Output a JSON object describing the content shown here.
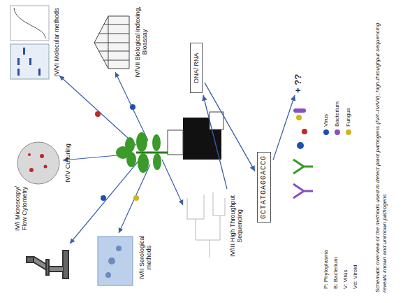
{
  "diagram": {
    "caption": "Schematic overview of the methods used to detect plant pathogens (IV/I–IV/VII); high-throughput sequencing reveals known and unknown pathogens",
    "nodes": [
      {
        "text": [
          "IV/I Microscopy/ Flow Cytometry"
        ]
      },
      {
        "text": [
          "IV/V Culturing"
        ]
      },
      {
        "text": [
          "IV/VI Molecular methods"
        ]
      },
      {
        "text": [
          "IV/II Serological methods"
        ]
      },
      {
        "text": [
          "IV/VII Biological indexing, Bioassay"
        ]
      },
      {
        "text": [
          "IV/III High Throughput Sequencing"
        ]
      },
      {
        "text": [
          "DNA/ RNA"
        ]
      },
      {
        "text": [
          "GCTATGAGGACCG"
        ]
      },
      {
        "text": [
          "+ ??"
        ]
      }
    ],
    "edges": [
      {
        "from": 5,
        "to": 6,
        "arrow": "to"
      },
      {
        "from": 6,
        "to": 7,
        "arrow": "to"
      },
      {
        "from": 7,
        "to": 8,
        "arrow": "to"
      }
    ],
    "labels": [
      "P: Phytoplasma",
      "B: Bacterium",
      "V: Virus",
      "Vd: Viroid"
    ],
    "legend": [
      {
        "text": "Virus",
        "color": "#1f4fb5"
      },
      {
        "text": "Bacterium",
        "color": "#8a4fc0"
      },
      {
        "text": "Fungus",
        "color": "#d4b21c"
      }
    ]
  }
}
